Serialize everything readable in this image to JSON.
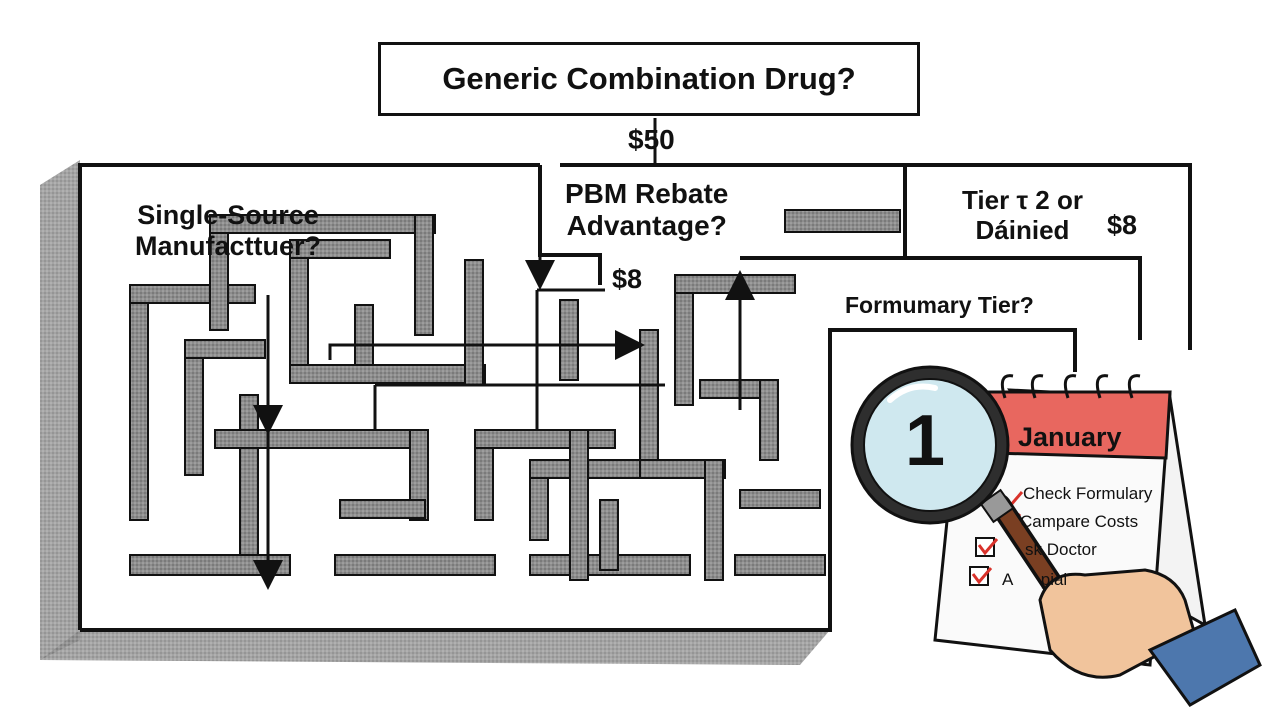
{
  "title": "Generic Combination Drug?",
  "labels": {
    "top_price": "$50",
    "single_source": "Single-Source\nManufacttuer?",
    "pbm_rebate": "PBM Rebate\nAdvantage?",
    "mid_price": "$8",
    "tier": "Tier τ 2 or\nDáinied",
    "tier_price": "$8",
    "formulary_tier": "Formumary Tier?"
  },
  "calendar": {
    "month": "January",
    "items": [
      "Check Formulary",
      "Campare Costs",
      "sk Doctor",
      "A      pial"
    ]
  },
  "magnifier_number": "1",
  "colors": {
    "maze_wall": "#8a8a8a",
    "line": "#111111",
    "calendar_header": "#e8675f",
    "lens": "#cfe8ef",
    "handle": "#7a3f22",
    "sleeve": "#4d77ad",
    "skin": "#f1c49c",
    "check": "#d9322b"
  }
}
